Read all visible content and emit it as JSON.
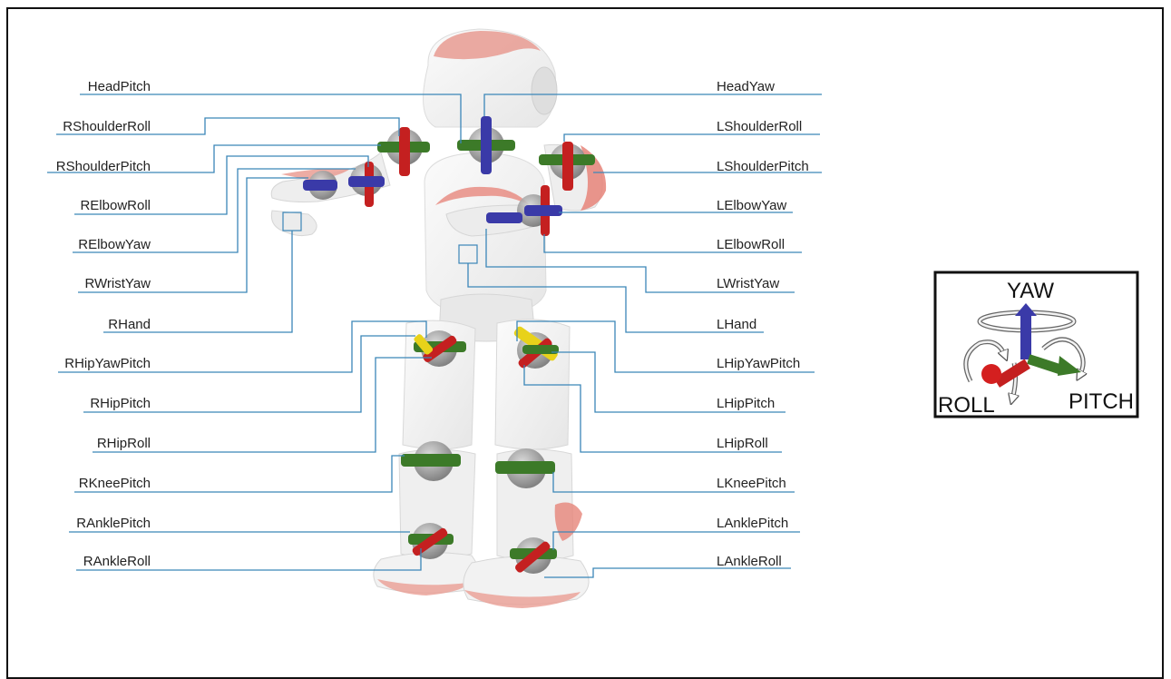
{
  "joints": {
    "right": [
      {
        "id": "HeadPitch",
        "label": "HeadPitch"
      },
      {
        "id": "RShoulderRoll",
        "label": "RShoulderRoll"
      },
      {
        "id": "RShoulderPitch",
        "label": "RShoulderPitch"
      },
      {
        "id": "RElbowRoll",
        "label": "RElbowRoll"
      },
      {
        "id": "RElbowYaw",
        "label": "RElbowYaw"
      },
      {
        "id": "RWristYaw",
        "label": "RWristYaw"
      },
      {
        "id": "RHand",
        "label": "RHand"
      },
      {
        "id": "RHipYawPitch",
        "label": "RHipYawPitch"
      },
      {
        "id": "RHipPitch",
        "label": "RHipPitch"
      },
      {
        "id": "RHipRoll",
        "label": "RHipRoll"
      },
      {
        "id": "RKneePitch",
        "label": "RKneePitch"
      },
      {
        "id": "RAnklePitch",
        "label": "RAnklePitch"
      },
      {
        "id": "RAnkleRoll",
        "label": "RAnkleRoll"
      }
    ],
    "left": [
      {
        "id": "HeadYaw",
        "label": "HeadYaw"
      },
      {
        "id": "LShoulderRoll",
        "label": "LShoulderRoll"
      },
      {
        "id": "LShoulderPitch",
        "label": "LShoulderPitch"
      },
      {
        "id": "LElbowYaw",
        "label": "LElbowYaw"
      },
      {
        "id": "LElbowRoll",
        "label": "LElbowRoll"
      },
      {
        "id": "LWristYaw",
        "label": "LWristYaw"
      },
      {
        "id": "LHand",
        "label": "LHand"
      },
      {
        "id": "LHipYawPitch",
        "label": "LHipYawPitch"
      },
      {
        "id": "LHipPitch",
        "label": "LHipPitch"
      },
      {
        "id": "LHipRoll",
        "label": "LHipRoll"
      },
      {
        "id": "LKneePitch",
        "label": "LKneePitch"
      },
      {
        "id": "LAnklePitch",
        "label": "LAnklePitch"
      },
      {
        "id": "LAnkleRoll",
        "label": "LAnkleRoll"
      }
    ]
  },
  "legend": {
    "yaw": "YAW",
    "roll": "ROLL",
    "pitch": "PITCH"
  },
  "colors": {
    "yaw": "#3a3aa8",
    "roll": "#c42020",
    "pitch": "#3c7a28",
    "hip_yaw_pitch": "#e8d21a",
    "leader": "#3b86b8",
    "robot_accent": "#e88a80"
  }
}
